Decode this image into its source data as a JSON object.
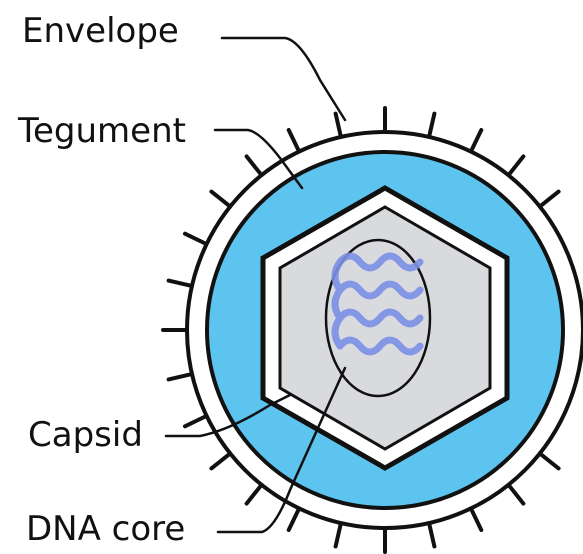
{
  "diagram": {
    "labels": {
      "envelope": "Envelope",
      "tegument": "Tegument",
      "capsid": "Capsid",
      "dna_core": "DNA core"
    },
    "colors": {
      "tegument_fill": "#5cc4ee",
      "envelope_fill": "#ffffff",
      "capsid_fill": "#ffffff",
      "core_fill": "#d9dadd",
      "dna_color": "#7b90e6",
      "outline": "#111111"
    }
  }
}
